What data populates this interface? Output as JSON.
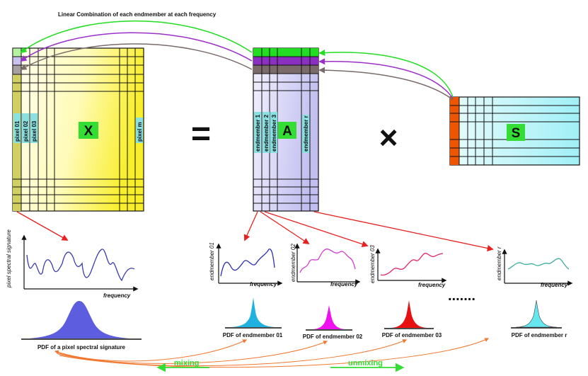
{
  "title": "Linear Combination of each endmember at each frequency",
  "matrices": {
    "x_label": "X",
    "a_label": "A",
    "s_label": "S"
  },
  "operators": {
    "equals": "=",
    "times": "×"
  },
  "x_columns": {
    "pixel_01": "pixel 01",
    "pixel_02": "pixel 02",
    "pixel_03": "pixel 03",
    "pixel_m": "pixel m"
  },
  "a_columns": {
    "endmember_1": "endmember 1",
    "endmember_2": "endmember 2",
    "endmember_3": "endmember 3",
    "endmember_r": "endmember r"
  },
  "signature_plot": {
    "ylabel": "pixel spectral signature",
    "xlabel": "frequency"
  },
  "endmember_plots": [
    {
      "ylabel": "endmember 01",
      "xlabel": "frequency",
      "color": "#2b2bb0"
    },
    {
      "ylabel": "endmember 02",
      "xlabel": "frequency",
      "color": "#d23bd2"
    },
    {
      "ylabel": "endmember 03",
      "xlabel": "frequency",
      "color": "#e0286e"
    },
    {
      "ylabel": "endmember r",
      "xlabel": "frequency",
      "color": "#3fae9c"
    }
  ],
  "pdfs": {
    "pixel": {
      "label": "PDF of a pixel spectral signature",
      "color": "#5d5de0"
    },
    "em1": {
      "label": "PDF of  endmember 01",
      "color": "#1fb2e0"
    },
    "em2": {
      "label": "PDF of  endmember 02",
      "color": "#ee10ee"
    },
    "em3": {
      "label": "PDF of  endmember 03",
      "color": "#e81010"
    },
    "emr": {
      "label": "PDF of  endmember r",
      "color": "#66e6ee"
    }
  },
  "ellipsis": ".......",
  "processes": {
    "mixing": "mixing",
    "unmixing": "unmixing"
  },
  "colors": {
    "x_fill": "#f8ee2a",
    "a_fill": "#c7c5f0",
    "s_fill": "#a8f2f6",
    "green_row": "#22dd22",
    "purple_row": "#8a2fc0",
    "gray_row": "#7a6a6a",
    "orange_col": "#ee5500",
    "label_bg": "#33dd33",
    "col_label_bg": "#88e0e0"
  }
}
